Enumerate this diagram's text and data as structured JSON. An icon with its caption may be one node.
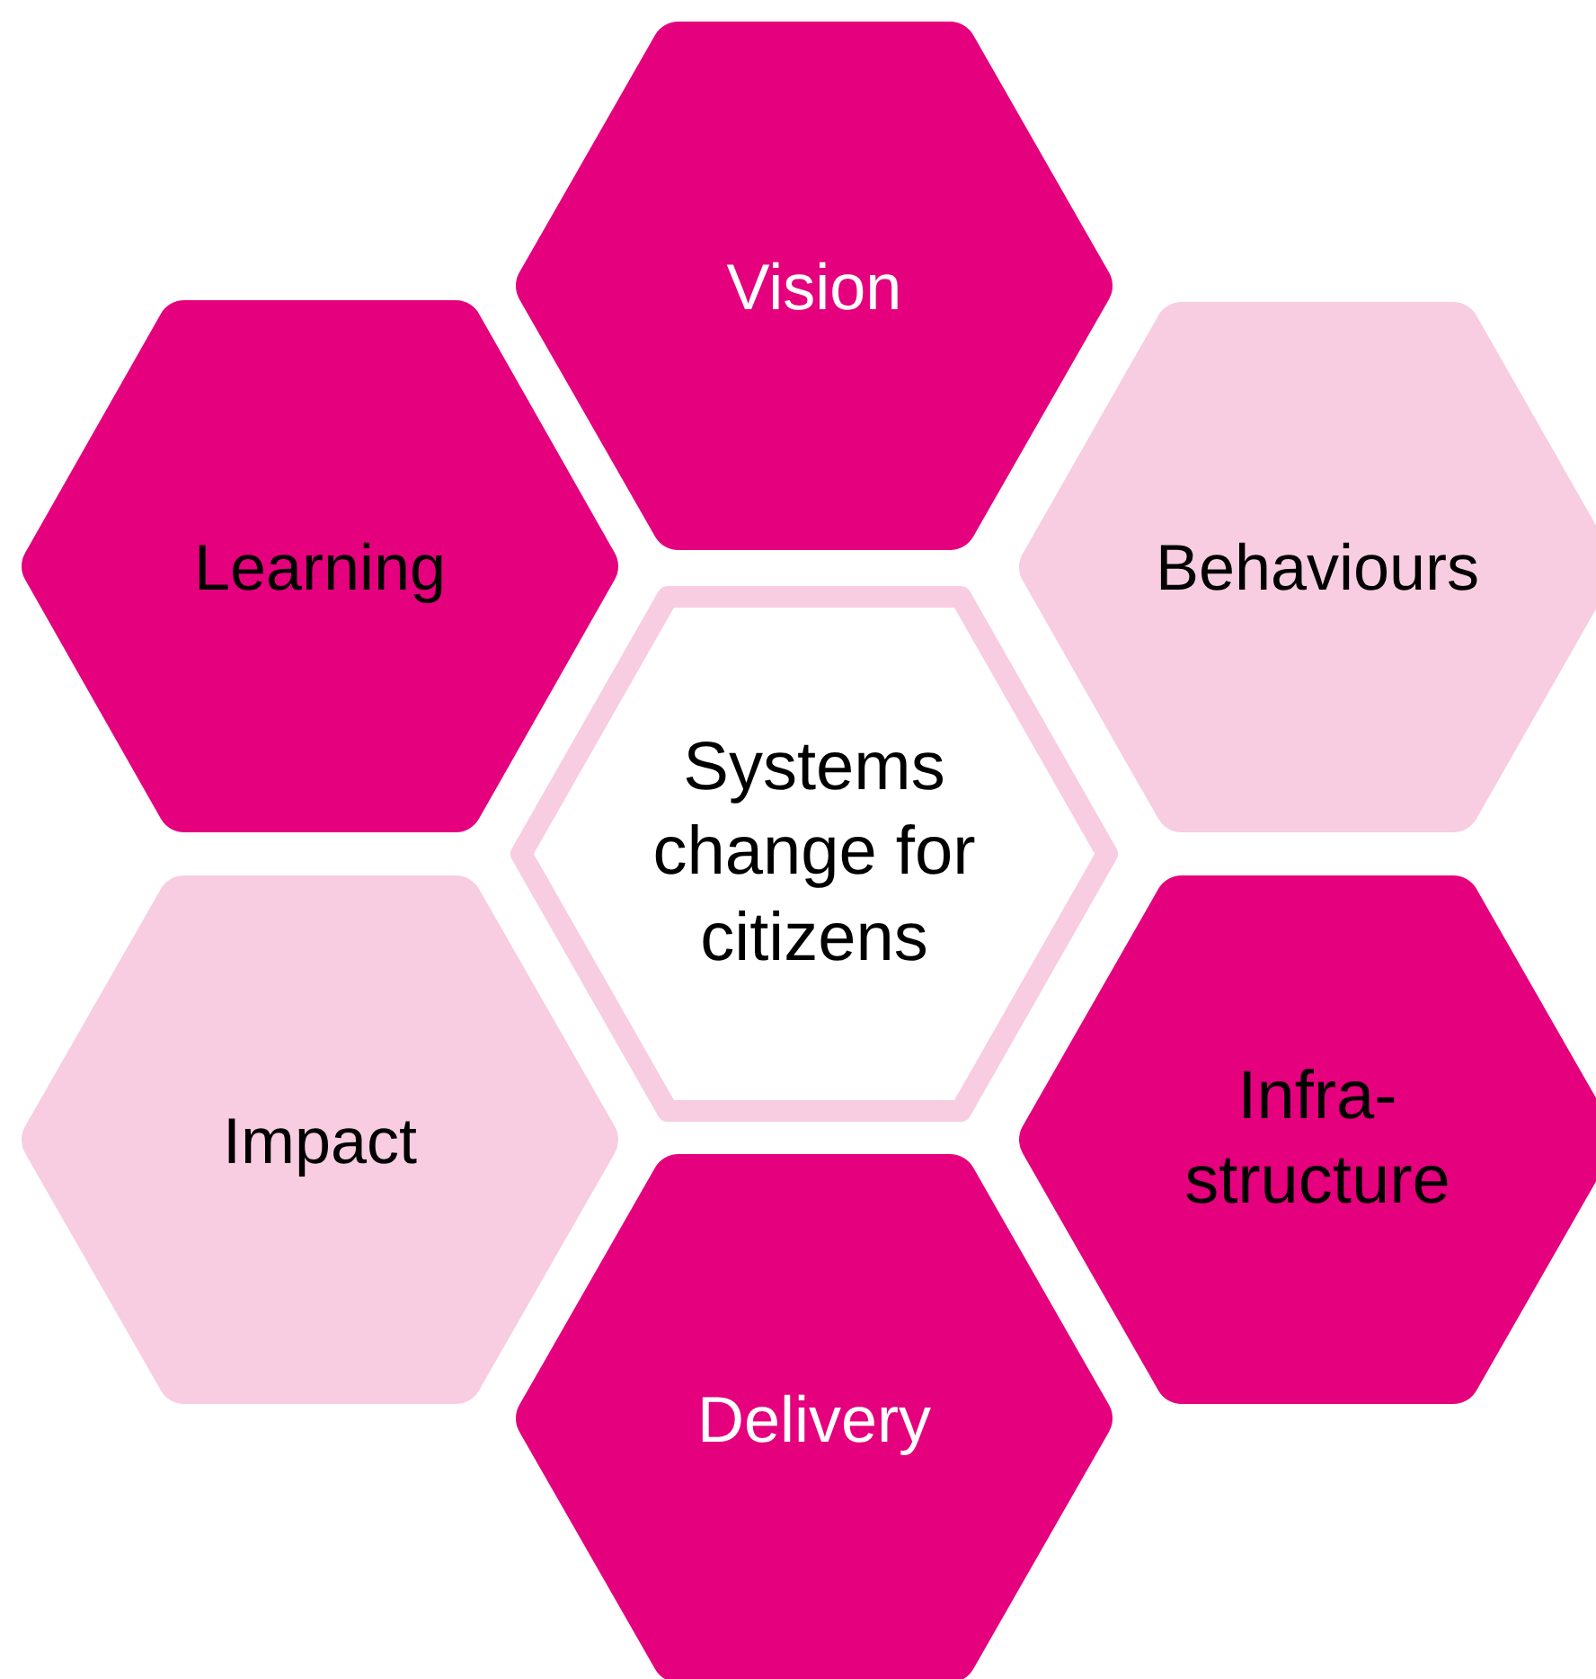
{
  "diagram": {
    "nodes": [
      {
        "text": [
          "Vision"
        ]
      },
      {
        "text": [
          "Learning"
        ]
      },
      {
        "text": [
          "Behaviours"
        ]
      },
      {
        "text": [
          "Systems change for citizens"
        ]
      },
      {
        "text": [
          "Impact"
        ]
      },
      {
        "text": [
          "Infra- structure"
        ]
      },
      {
        "text": [
          "Delivery"
        ]
      }
    ]
  }
}
